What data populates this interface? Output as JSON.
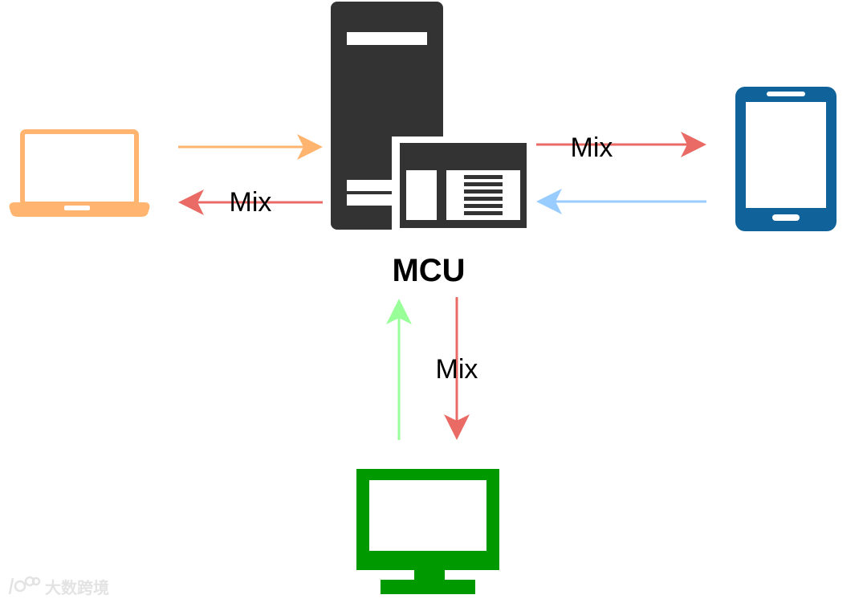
{
  "labels": {
    "server": "MCU",
    "laptop_out": "Mix",
    "tablet_out": "Mix",
    "monitor_out": "Mix"
  },
  "watermark": {
    "text": "大数跨境"
  },
  "icons": {
    "laptop": "laptop-icon",
    "server": "server-icon",
    "tablet": "tablet-icon",
    "monitor": "monitor-icon"
  },
  "colors": {
    "server": "#333333",
    "laptop": "#FFB570",
    "laptop_stream": "#FFB570",
    "tablet": "#10639A",
    "tablet_stream": "#99CCFF",
    "monitor": "#009900",
    "monitor_stream": "#99FF99",
    "mix_stream": "#EA6B66"
  }
}
